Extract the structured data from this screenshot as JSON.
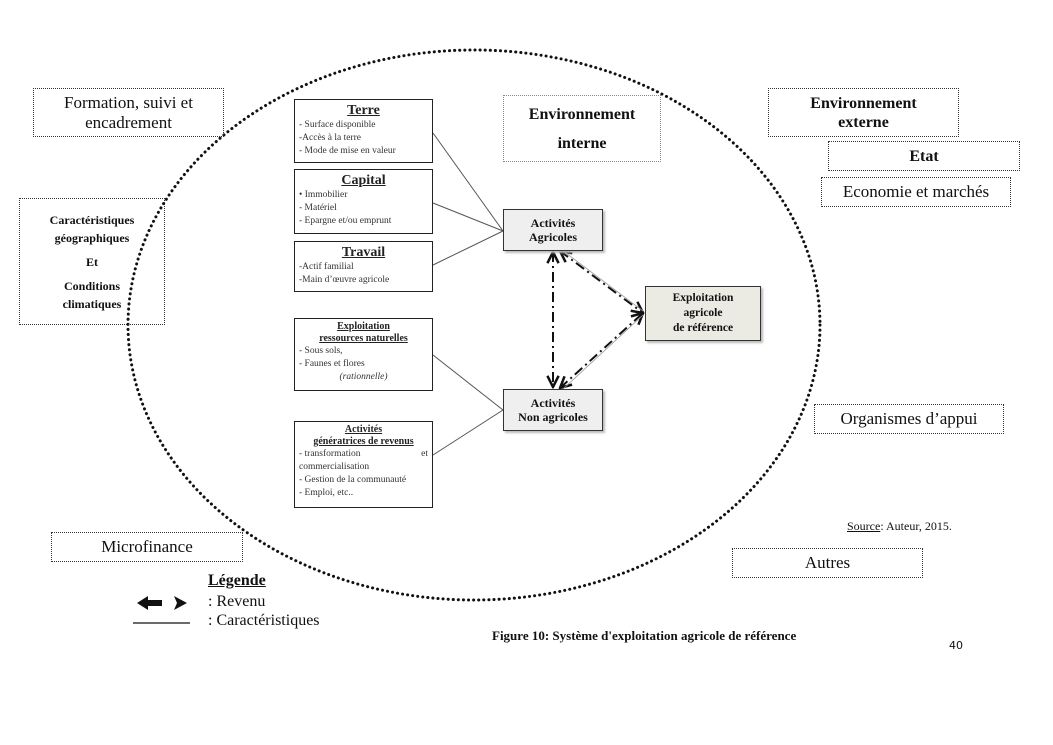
{
  "external": {
    "formation": "Formation, suivi et encadrement",
    "caracteristiques": [
      "Caractéristiques",
      "géographiques",
      "Et",
      "Conditions",
      "climatiques"
    ],
    "environnement_externe": [
      "Environnement",
      "externe"
    ],
    "etat": "Etat",
    "economie": "Economie et marchés",
    "organismes": "Organismes d’appui",
    "microfinance": "Microfinance",
    "autres": "Autres"
  },
  "internal": {
    "environnement_interne": [
      "Environnement",
      "interne"
    ],
    "factors": {
      "terre": {
        "title": "Terre",
        "items": [
          "- Surface disponible",
          "-Accès à la terre",
          "- Mode de mise en valeur"
        ]
      },
      "capital": {
        "title": "Capital",
        "items": [
          "• Immobilier",
          "- Matériel",
          "- Epargne et/ou emprunt"
        ]
      },
      "travail": {
        "title": "Travail",
        "items": [
          "-Actif familial",
          "-Main d’œuvre agricole"
        ]
      },
      "ressources": {
        "title": [
          "Exploitation",
          "ressources naturelles"
        ],
        "items": [
          "- Sous sols,",
          "- Faunes et flores"
        ],
        "note": "(rationnelle)"
      },
      "revenus": {
        "title": [
          "Activités",
          "génératrices de revenus"
        ],
        "items": [
          "- transformation",
          "et",
          "commercialisation",
          "- Gestion de la communauté",
          "- Emploi, etc.."
        ]
      }
    },
    "nodes": {
      "agricoles": [
        "Activités",
        "Agricoles"
      ],
      "non_agricoles": [
        "Activités",
        "Non agricoles"
      ],
      "reference": [
        "Exploitation",
        "agricole",
        "de référence"
      ]
    }
  },
  "legend": {
    "title": "Légende",
    "revenu": ": Revenu",
    "caracteristiques": ": Caractéristiques"
  },
  "source": {
    "label": "Source",
    "text": ": Auteur, 2015."
  },
  "caption": "Figure 10: Système d'exploitation agricole de référence",
  "page_number": "40"
}
